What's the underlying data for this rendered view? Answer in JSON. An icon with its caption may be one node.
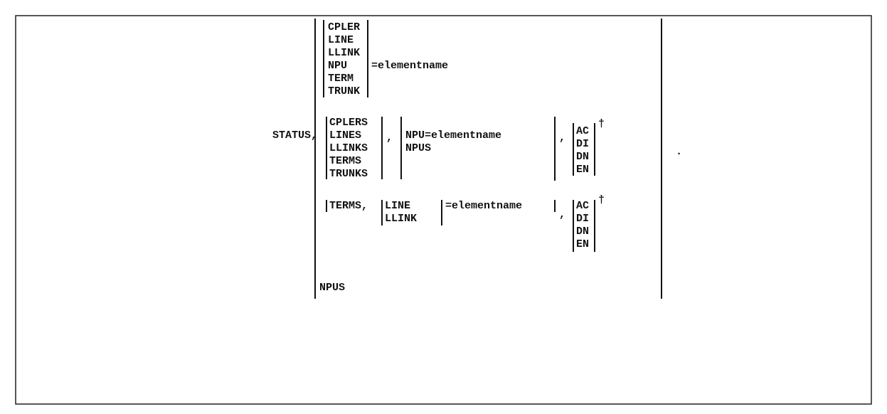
{
  "diagram": {
    "labels": [
      "CPLER",
      "LINE",
      "LLINK",
      "NPU",
      "=elementname",
      "TERM",
      "TRUNK",
      "STATUS,",
      "CPLERS",
      "LINES",
      "LLINKS",
      "TERMS",
      "TRUNKS",
      ",",
      "NPU=elementname",
      "NPUS",
      ",",
      "AC",
      "DI",
      "DN",
      "EN",
      "†",
      ".",
      "TERMS,",
      "LINE",
      "LLINK",
      "=elementname",
      ",",
      "AC",
      "DI",
      "DN",
      "EN",
      "†",
      "NPUS"
    ]
  }
}
